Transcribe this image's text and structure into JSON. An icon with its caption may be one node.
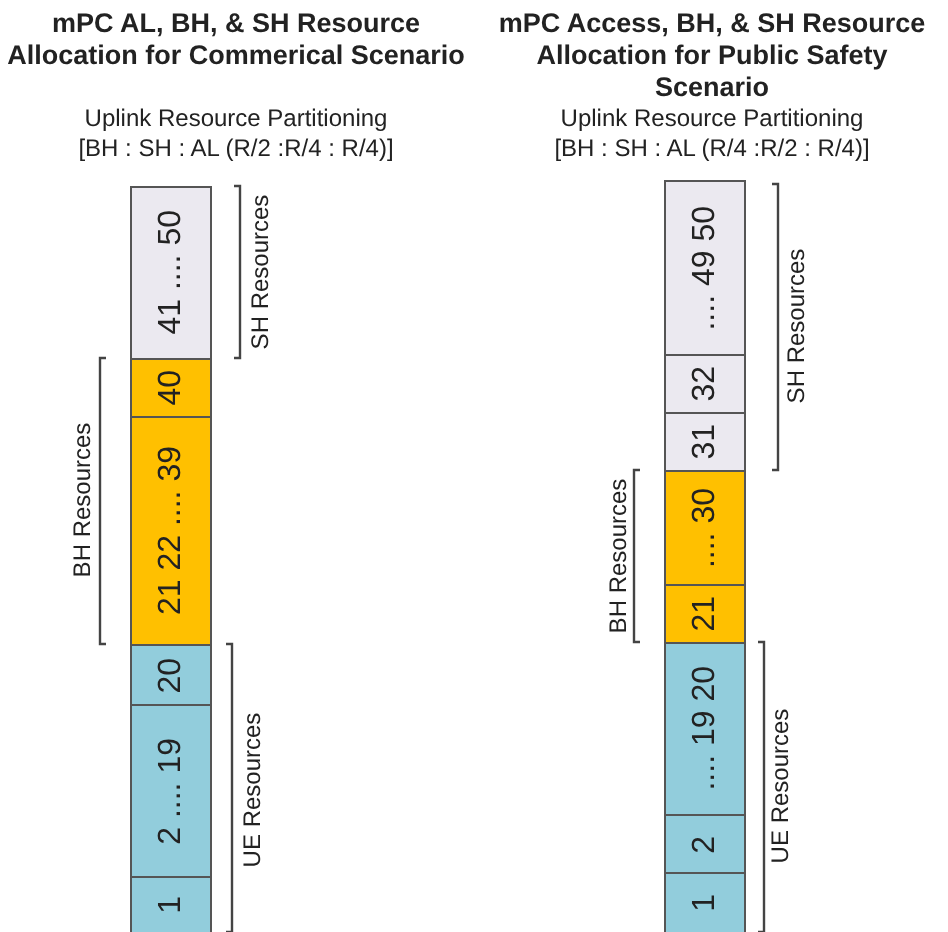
{
  "diagram": {
    "nodes": [
      {
        "text": [
          "41 .... 50"
        ]
      },
      {
        "text": [
          "40"
        ]
      },
      {
        "text": [
          "21 22 .... 39"
        ]
      },
      {
        "text": [
          "20"
        ]
      },
      {
        "text": [
          "2 .... 19"
        ]
      },
      {
        "text": [
          "1"
        ]
      },
      {
        "text": [
          ".... 49 50"
        ]
      },
      {
        "text": [
          "32"
        ]
      },
      {
        "text": [
          "31"
        ]
      },
      {
        "text": [
          ".... 30"
        ]
      },
      {
        "text": [
          "21"
        ]
      },
      {
        "text": [
          ".... 19 20"
        ]
      },
      {
        "text": [
          "2"
        ]
      },
      {
        "text": [
          "1"
        ]
      }
    ],
    "labels": [
      "mPC AL, BH, & SH Resource Allocation for Commerical Scenario",
      "mPC Access, BH, & SH Resource Allocation for Public Safety Scenario",
      "Uplink Resource Partitioning",
      "[BH : SH : AL (R/2 :R/4 : R/4)]",
      "Uplink Resource Partitioning",
      "[BH : SH : AL (R/4 :R/2 : R/4)]",
      "SH Resources",
      "SH Resources",
      "BH Resources",
      "BH Resources",
      "UE Resources",
      "UE Resources"
    ]
  }
}
